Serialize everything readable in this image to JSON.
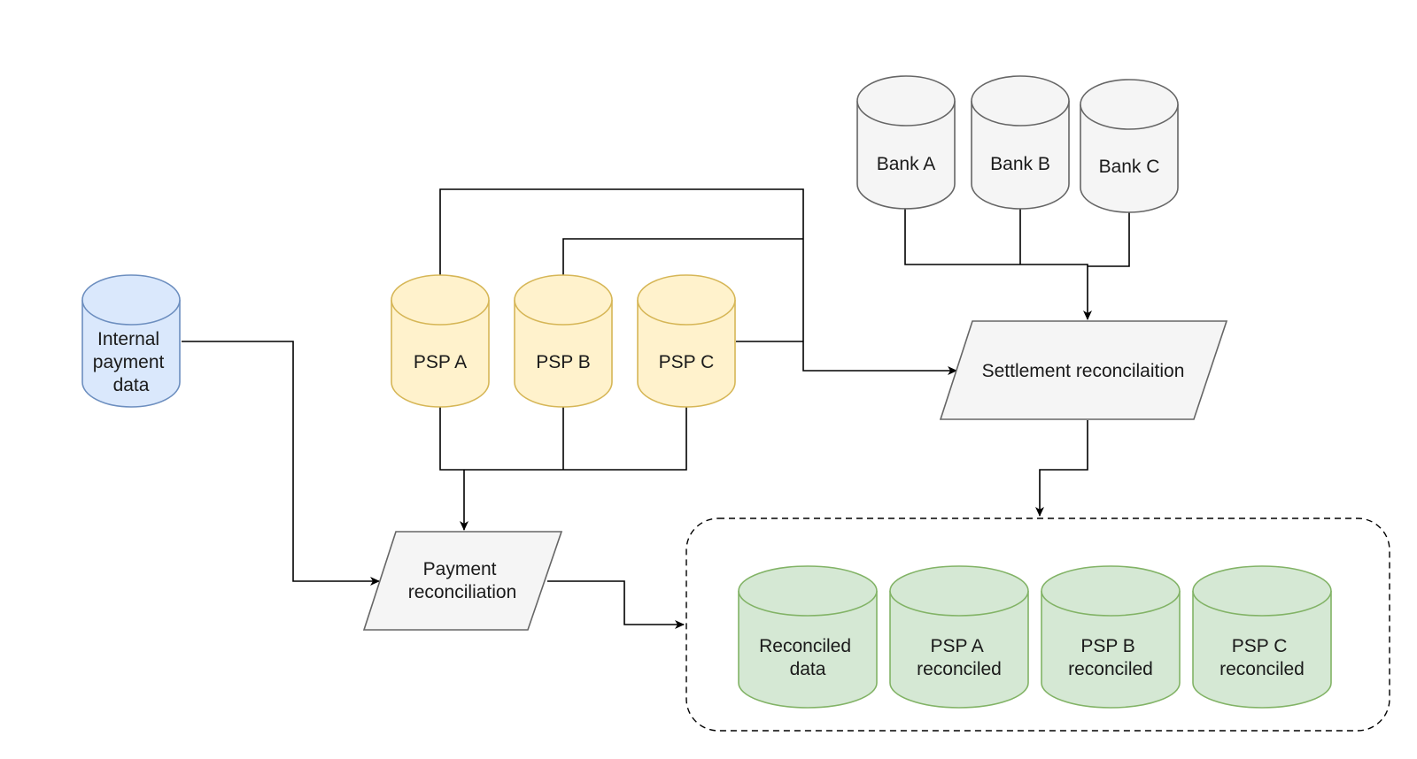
{
  "colors": {
    "blue_fill": "#dae8fc",
    "blue_stroke": "#6c8ebf",
    "yellow_fill": "#fff2cc",
    "yellow_stroke": "#d6b656",
    "gray_fill": "#f5f5f5",
    "gray_stroke": "#666666",
    "green_fill": "#d5e8d4",
    "green_stroke": "#82b366",
    "edge": "#000000"
  },
  "sources": {
    "internal": {
      "lines": [
        "Internal",
        "payment",
        "data"
      ]
    },
    "psps": [
      {
        "lines": [
          "PSP A"
        ]
      },
      {
        "lines": [
          "PSP B"
        ]
      },
      {
        "lines": [
          "PSP C"
        ]
      }
    ],
    "banks": [
      {
        "lines": [
          "Bank A"
        ]
      },
      {
        "lines": [
          "Bank B"
        ]
      },
      {
        "lines": [
          "Bank C"
        ]
      }
    ]
  },
  "processes": {
    "payment": {
      "lines": [
        "Payment",
        "reconciliation"
      ]
    },
    "settlement": {
      "lines": [
        "Settlement reconcilaition"
      ]
    }
  },
  "outputs": [
    {
      "lines": [
        "Reconciled",
        "data"
      ]
    },
    {
      "lines": [
        "PSP A",
        "reconciled"
      ]
    },
    {
      "lines": [
        "PSP B",
        "reconciled"
      ]
    },
    {
      "lines": [
        "PSP C",
        "reconciled"
      ]
    }
  ]
}
